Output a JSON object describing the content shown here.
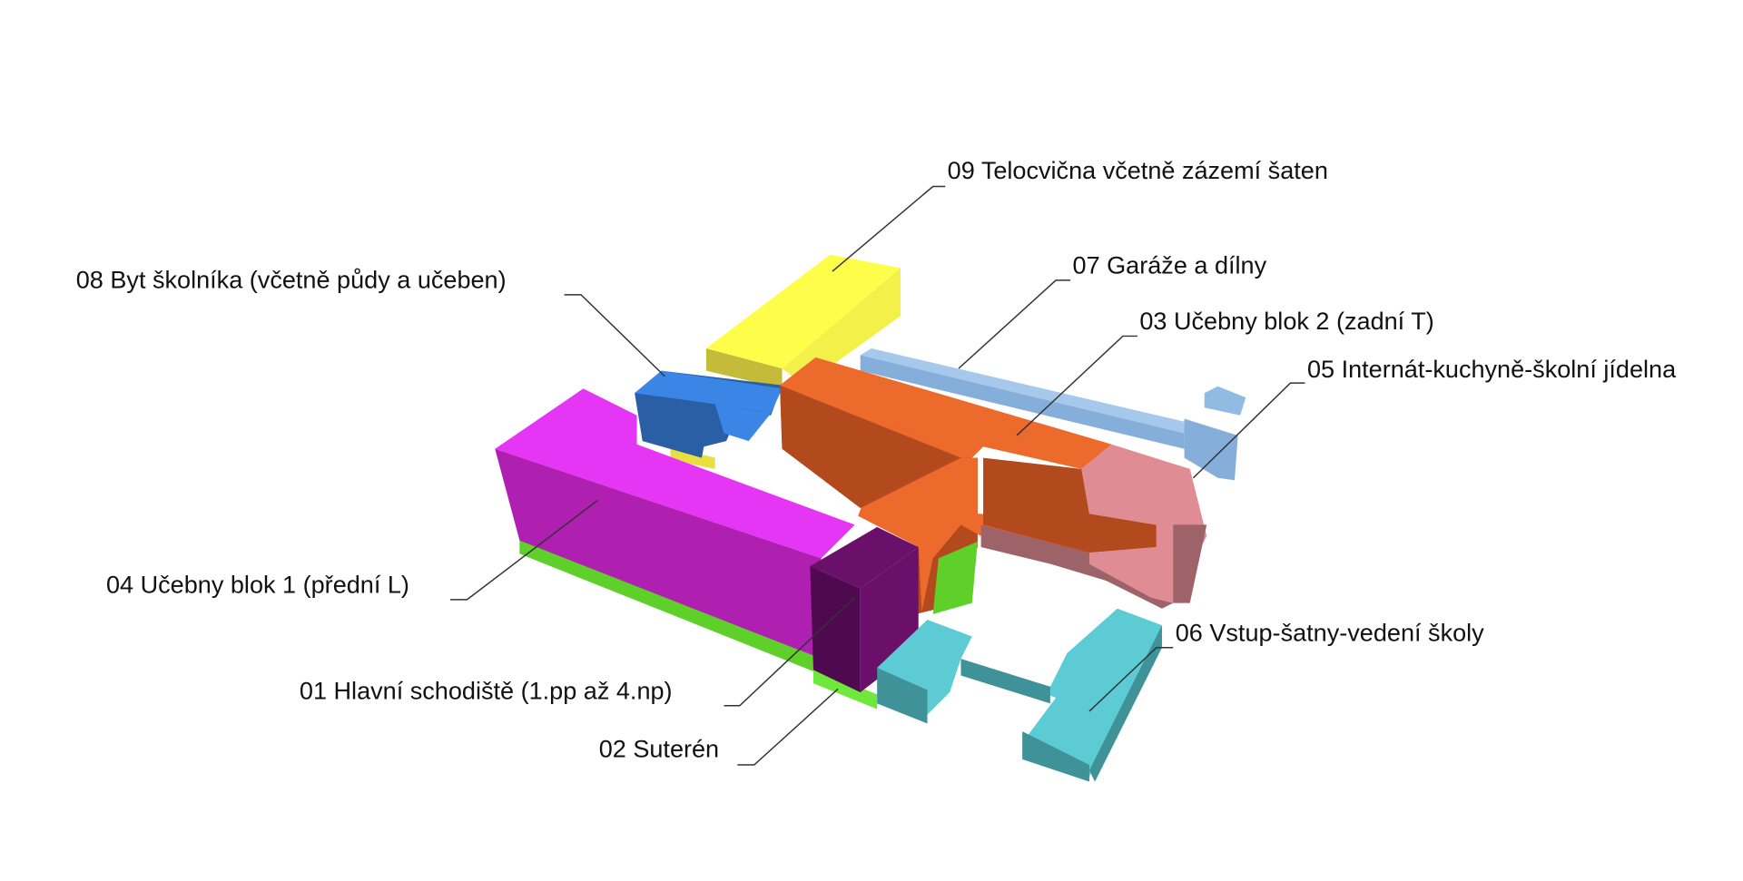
{
  "labels": {
    "l09": "09 Telocvična včetně zázemí šaten",
    "l08": "08 Byt školníka (včetně půdy a učeben)",
    "l07": "07 Garáže a dílny",
    "l03": "03 Učebny blok 2 (zadní T)",
    "l05": "05 Internát-kuchyně-školní jídelna",
    "l04": "04 Učebny blok 1 (přední L)",
    "l01": "01 Hlavní schodiště (1.pp až 4.np)",
    "l02": "02 Suterén",
    "l06": "06 Vstup-šatny-vedení školy"
  },
  "colors": {
    "b09": "#fdfd4a",
    "b08": "#3a85e6",
    "b07": "#91bbe3",
    "b03": "#ec6a2c",
    "b05": "#e08c94",
    "b04": "#e535f5",
    "b01": "#6a0f6a",
    "b02": "#5fd02a",
    "b06": "#5ccbd3"
  }
}
